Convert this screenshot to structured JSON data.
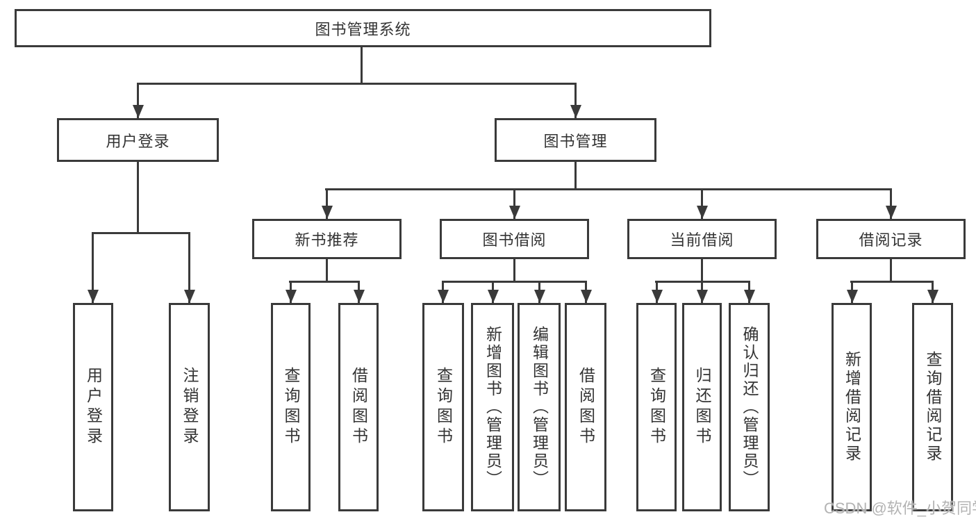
{
  "diagram": {
    "root": "图书管理系统",
    "level2": {
      "user_login": "用户登录",
      "book_mgmt": "图书管理"
    },
    "level3": {
      "new_books": "新书推荐",
      "book_borrow": "图书借阅",
      "current_borrow": "当前借阅",
      "borrow_records": "借阅记录"
    },
    "leaves": {
      "user_login": "用户登录",
      "logout": "注销登录",
      "nb_query": "查询图书",
      "nb_borrow": "借阅图书",
      "bb_query": "查询图书",
      "bb_add": "新增图书（管理员）",
      "bb_edit": "编辑图书（管理员）",
      "bb_borrow": "借阅图书",
      "cb_query": "查询图书",
      "cb_return": "归还图书",
      "cb_confirm": "确认归还（管理员）",
      "br_add": "新增借阅记录",
      "br_query": "查询借阅记录"
    }
  },
  "watermark": "CSDN @软件_小贺同学",
  "colors": {
    "line": "#3a3a3a",
    "text": "#333333",
    "watermark": "#afafaf",
    "background": "#ffffff"
  }
}
